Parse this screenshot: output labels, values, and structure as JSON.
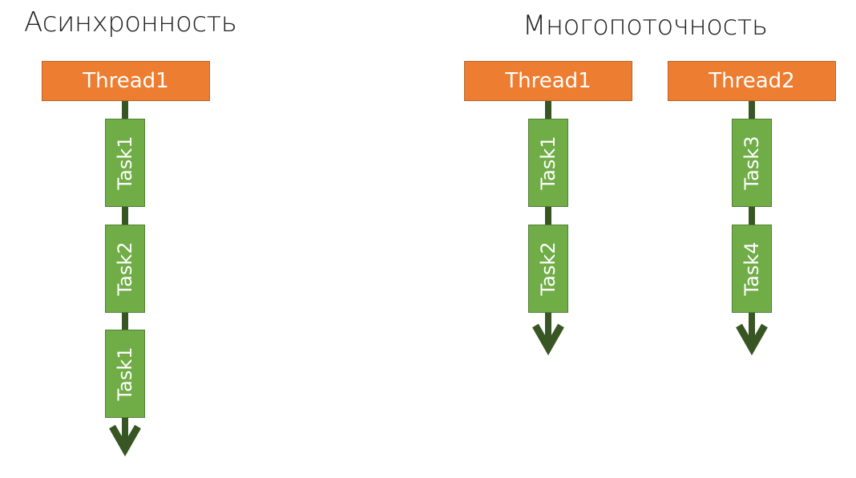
{
  "left": {
    "title": "Асинхронность",
    "thread": "Thread1",
    "tasks": [
      "Task1",
      "Task2",
      "Task1"
    ]
  },
  "right": {
    "title": "Многопоточность",
    "threads": [
      {
        "label": "Thread1",
        "tasks": [
          "Task1",
          "Task2"
        ]
      },
      {
        "label": "Thread2",
        "tasks": [
          "Task3",
          "Task4"
        ]
      }
    ]
  },
  "colors": {
    "thread": "#ED7D31",
    "task": "#70AD47",
    "line": "#375623"
  }
}
